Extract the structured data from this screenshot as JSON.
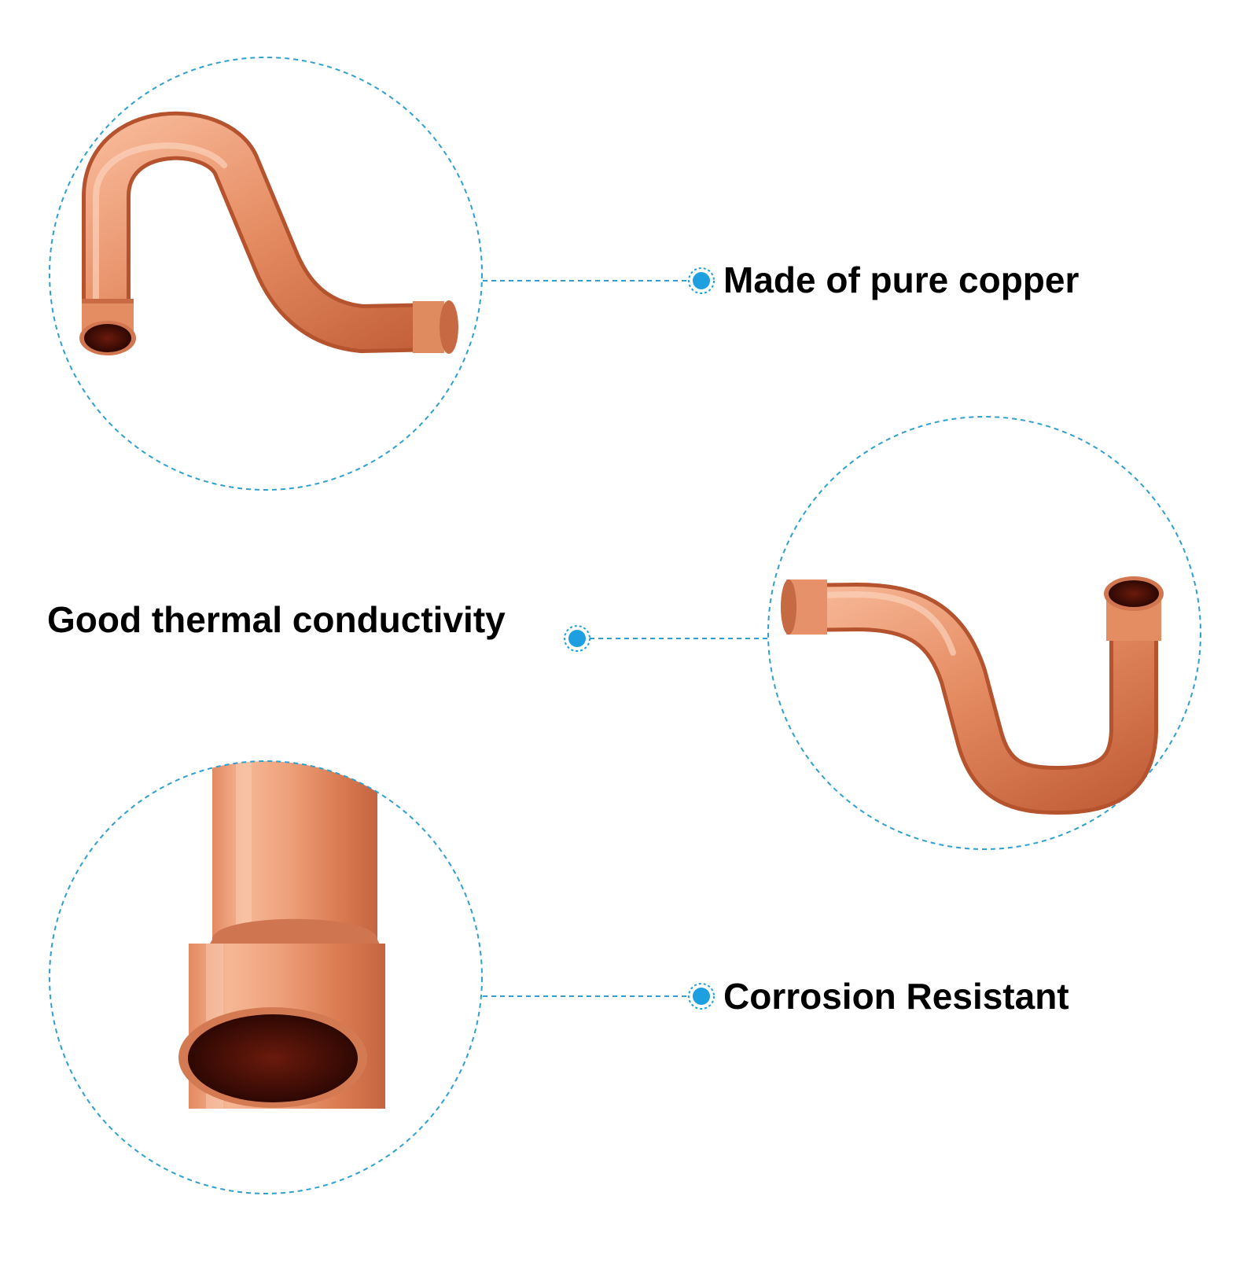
{
  "features": [
    {
      "label": "Made of pure copper"
    },
    {
      "label": "Good thermal conductivity"
    },
    {
      "label": "Corrosion Resistant"
    }
  ],
  "colors": {
    "accent": "#1e9fe0",
    "dashed_line": "#2f9fd0",
    "copper_light": "#f6b08e",
    "copper_mid": "#e07f55",
    "copper_dark": "#a8462a",
    "pipe_interior": "#4a0f06",
    "background": "#ffffff",
    "text": "#000000"
  },
  "icons": [
    "dot-marker-icon"
  ]
}
